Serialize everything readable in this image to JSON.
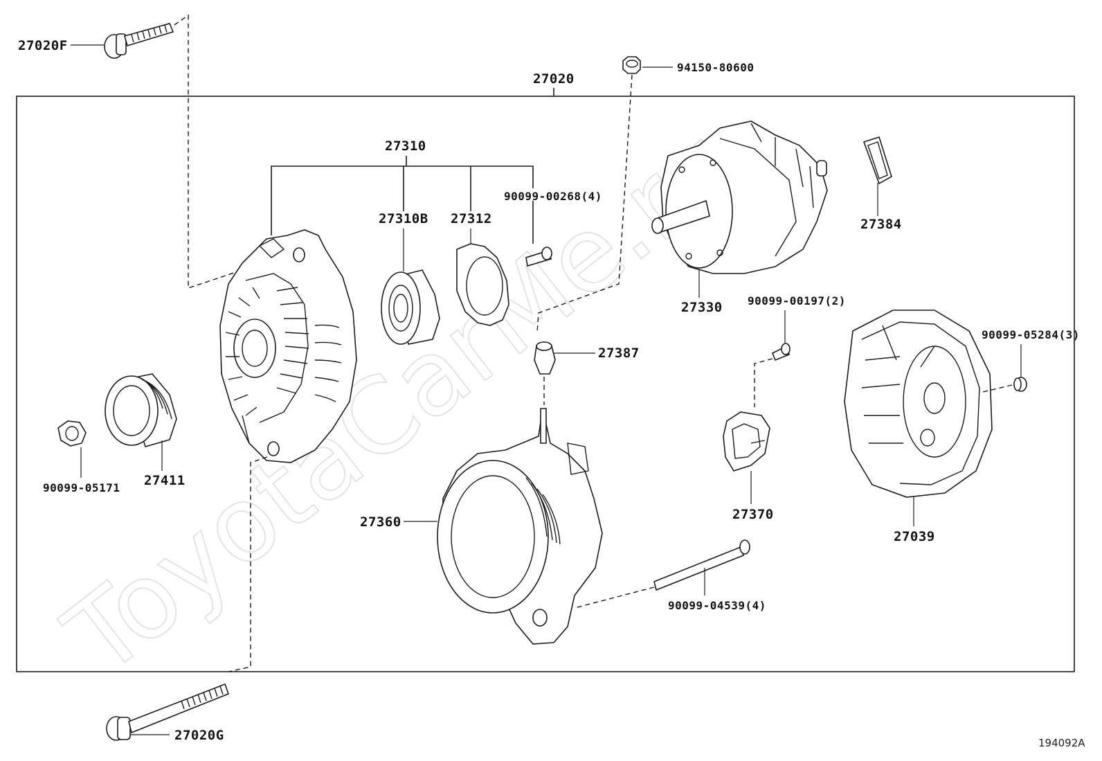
{
  "watermark": "ToyotaCarMe.ru",
  "drawing_id": "194092A",
  "assembly_label": "27020",
  "sub_assembly_label": "27310",
  "parts": {
    "bolt_top": "27020F",
    "bolt_bottom": "27020G",
    "nut_top": "94150-80600",
    "bearing": "27310B",
    "retainer": "27312",
    "screw_retainer": "90099-00268(4)",
    "rotor": "27330",
    "rotor_cover": "27384",
    "terminal_insulator": "27387",
    "screw_regulator": "90099-00197(2)",
    "nut_rear": "90099-05284(3)",
    "pulley_nut": "90099-05171",
    "pulley": "27411",
    "stator_frame": "27360",
    "brush_holder": "27370",
    "rear_cover": "27039",
    "through_bolt": "90099-04539(4)"
  },
  "colors": {
    "line": "#1a1a1a",
    "background": "#ffffff",
    "watermark": "#e3e3e3"
  }
}
